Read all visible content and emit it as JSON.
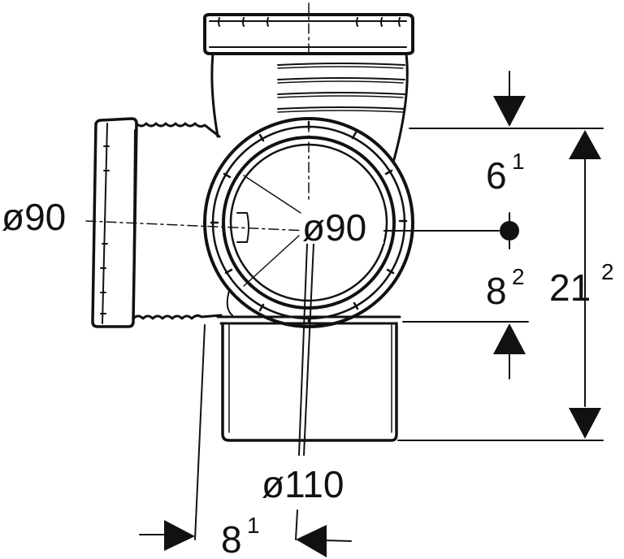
{
  "labels": {
    "left_branch_diameter": "ø90",
    "side_outlet_diameter": "ø90",
    "bottom_diameter": "ø110",
    "dim_top_main": "6",
    "dim_top_sup": "1",
    "dim_mid_main": "8",
    "dim_mid_sup": "2",
    "dim_total_main": "21",
    "dim_total_sup": "2",
    "dim_bottom_main": "8",
    "dim_bottom_sup": "1"
  },
  "colors": {
    "line": "#111111",
    "background": "#ffffff"
  }
}
